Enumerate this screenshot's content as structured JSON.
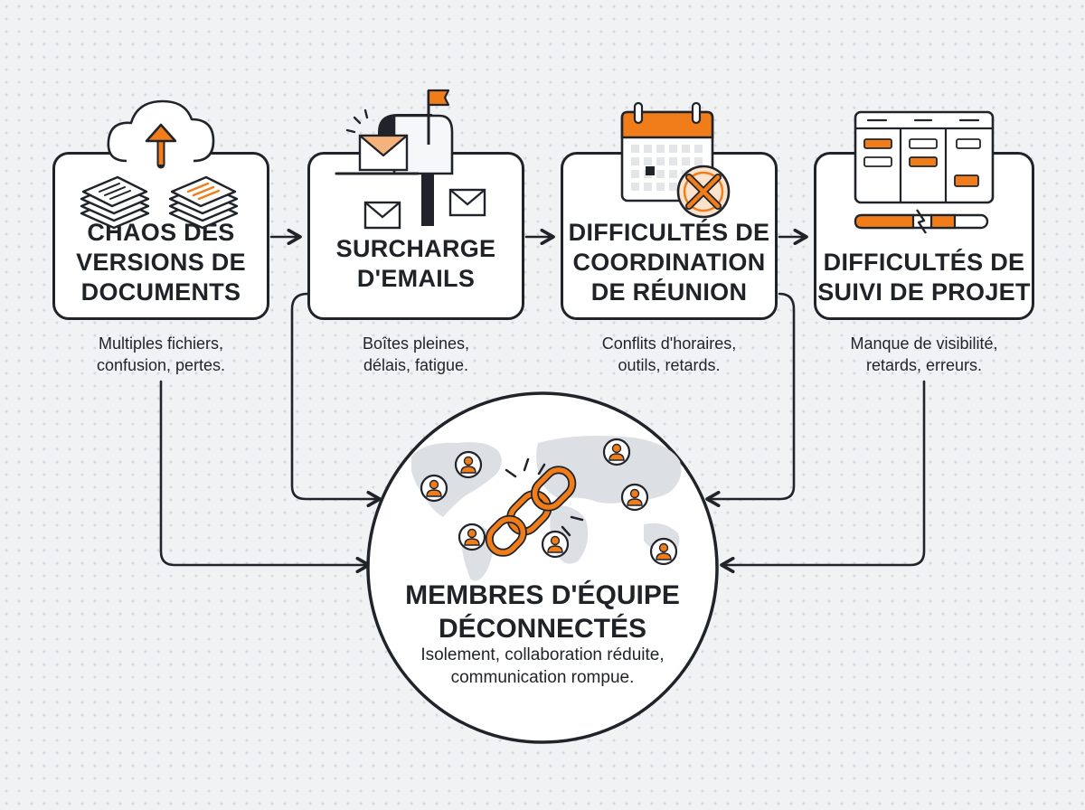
{
  "colors": {
    "accent": "#f07d1a",
    "ink": "#20242a",
    "card": "#ffffff",
    "map": "#dcdfe4"
  },
  "cards": [
    {
      "title": "CHAOS DES\nVERSIONS DE\nDOCUMENTS",
      "desc": "Multiples fichiers,\nconfusion, pertes.",
      "icon": "documents-upload-icon"
    },
    {
      "title": "SURCHARGE\nD'EMAILS",
      "desc": "Boîtes pleines,\ndélais, fatigue.",
      "icon": "mailbox-icon"
    },
    {
      "title": "DIFFICULTÉS DE\nCOORDINATION\nDE RÉUNION",
      "desc": "Conflits d'horaires,\noutils, retards.",
      "icon": "calendar-conflict-icon"
    },
    {
      "title": "DIFFICULTÉS DE\nSUIVI DE PROJET",
      "desc": "Manque de visibilité,\nretards, erreurs.",
      "icon": "kanban-board-icon"
    }
  ],
  "hub": {
    "title": "MEMBRES D'ÉQUIPE\nDÉCONNECTÉS",
    "desc": "Isolement, collaboration réduite,\ncommunication rompue.",
    "icon": "broken-chain-icon"
  }
}
